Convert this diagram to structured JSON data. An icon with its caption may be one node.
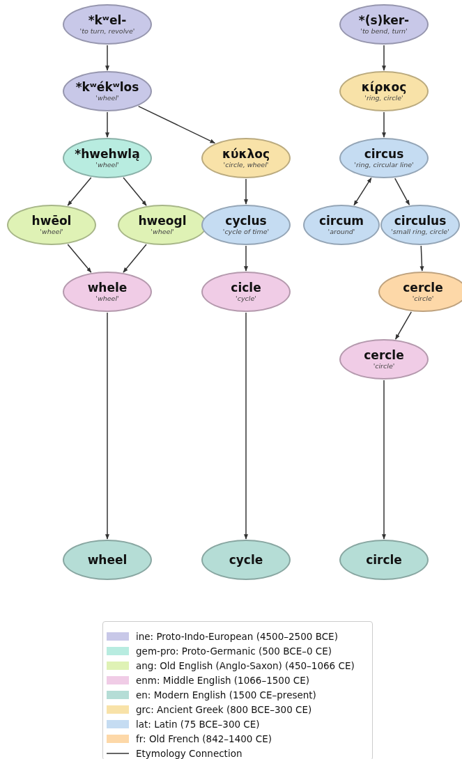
{
  "diagram": {
    "nodes": [
      {
        "text": [
          "*kʷel-",
          "'to turn, revolve'"
        ]
      },
      {
        "text": [
          "*kʷékʷlos",
          "'wheel'"
        ]
      },
      {
        "text": [
          "*hwehwlą",
          "'wheel'"
        ]
      },
      {
        "text": [
          "κύκλος",
          "'circle, wheel'"
        ]
      },
      {
        "text": [
          "hwēol",
          "'wheel'"
        ]
      },
      {
        "text": [
          "hweogl",
          "'wheel'"
        ]
      },
      {
        "text": [
          "cyclus",
          "'cycle of time'"
        ]
      },
      {
        "text": [
          "whele",
          "'wheel'"
        ]
      },
      {
        "text": [
          "cicle",
          "'cycle'"
        ]
      },
      {
        "text": [
          "wheel"
        ]
      },
      {
        "text": [
          "cycle"
        ]
      },
      {
        "text": [
          "*(s)ker-",
          "'to bend, turn'"
        ]
      },
      {
        "text": [
          "κίρκος",
          "'ring, circle'"
        ]
      },
      {
        "text": [
          "circus",
          "'ring, circular line'"
        ]
      },
      {
        "text": [
          "circum",
          "'around'"
        ]
      },
      {
        "text": [
          "circulus",
          "'small ring, circle'"
        ]
      },
      {
        "text": [
          "cercle",
          "'circle'"
        ]
      },
      {
        "text": [
          "cercle",
          "'circle'"
        ]
      },
      {
        "text": [
          "circle"
        ]
      }
    ],
    "edges": [
      {
        "from": 0,
        "to": 1,
        "arrow": "to"
      },
      {
        "from": 1,
        "to": 2,
        "arrow": "to"
      },
      {
        "from": 1,
        "to": 3,
        "arrow": "to"
      },
      {
        "from": 2,
        "to": 4,
        "arrow": "to"
      },
      {
        "from": 2,
        "to": 5,
        "arrow": "to"
      },
      {
        "from": 4,
        "to": 7,
        "arrow": "to"
      },
      {
        "from": 5,
        "to": 7,
        "arrow": "to"
      },
      {
        "from": 3,
        "to": 6,
        "arrow": "to"
      },
      {
        "from": 6,
        "to": 8,
        "arrow": "to"
      },
      {
        "from": 7,
        "to": 9,
        "arrow": "to"
      },
      {
        "from": 8,
        "to": 10,
        "arrow": "to"
      },
      {
        "from": 11,
        "to": 12,
        "arrow": "to"
      },
      {
        "from": 12,
        "to": 13,
        "arrow": "to"
      },
      {
        "from": 13,
        "to": 14,
        "arrow": "both"
      },
      {
        "from": 13,
        "to": 15,
        "arrow": "to"
      },
      {
        "from": 15,
        "to": 16,
        "arrow": "to"
      },
      {
        "from": 16,
        "to": 17,
        "arrow": "to"
      },
      {
        "from": 17,
        "to": 18,
        "arrow": "to"
      }
    ],
    "legend": [
      {
        "text": "ine: Proto-Indo-European (4500–2500 BCE)",
        "color": "#c8c8e8"
      },
      {
        "text": "gem-pro: Proto-Germanic (500 BCE–0 CE)",
        "color": "#b8ece0"
      },
      {
        "text": "ang: Old English (Anglo-Saxon) (450–1066 CE)",
        "color": "#dff2b5"
      },
      {
        "text": "enm: Middle English (1066–1500 CE)",
        "color": "#f0cce6"
      },
      {
        "text": "en: Modern English (1500 CE–present)",
        "color": "#b5ddd6"
      },
      {
        "text": "grc: Ancient Greek (800 BCE–300 CE)",
        "color": "#f8e2a8"
      },
      {
        "text": "lat: Latin (75 BCE–300 CE)",
        "color": "#c5dcf2"
      },
      {
        "text": "fr: Old French (842–1400 CE)",
        "color": "#fdd8a8"
      },
      {
        "text": "Etymology Connection"
      }
    ]
  }
}
